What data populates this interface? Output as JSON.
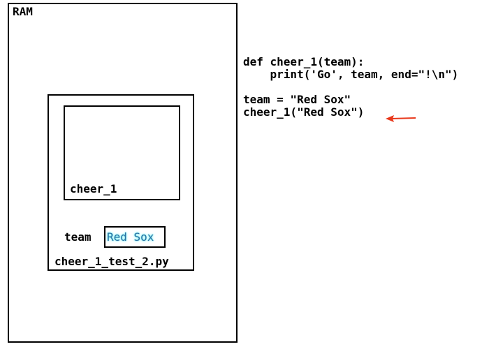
{
  "memory": {
    "title": "RAM",
    "module": {
      "name": "cheer_1_test_2.py",
      "frame": {
        "name": "cheer_1"
      },
      "variable": {
        "name": "team",
        "value": "Red Sox"
      }
    }
  },
  "code": {
    "lines": [
      "def cheer_1(team):",
      "    print('Go', team, end=\"!\\n\")",
      "",
      "team = \"Red Sox\"",
      "cheer_1(\"Red Sox\")"
    ],
    "current_line_index": 4
  },
  "colors": {
    "arrow": "#e8371a",
    "value_text": "#2a6fa3",
    "value_glow": "#7ff3f3"
  },
  "icons": {
    "pointer": "arrow-left-icon"
  }
}
